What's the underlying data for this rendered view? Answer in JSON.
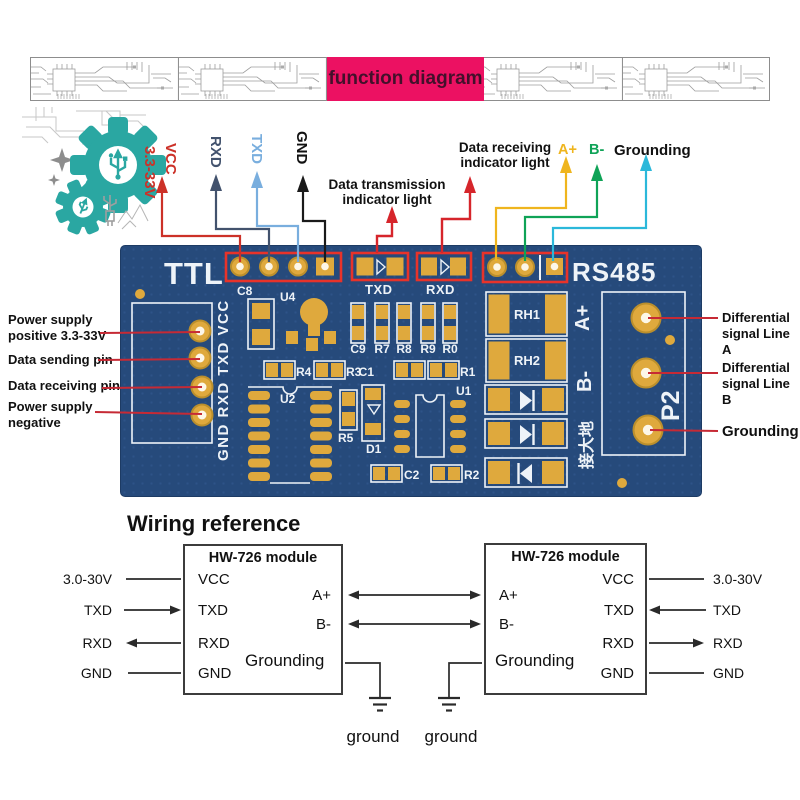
{
  "banner": {
    "title": "function diagram"
  },
  "colors": {
    "banner_pink": "#ec1162",
    "banner_text": "#43102b",
    "pcb_blue": "#264a7b",
    "pcb_dot": "#2e5388",
    "pad_gold": "#dfa93d",
    "pad_ring": "#bb8f2c",
    "hole": "#fdf7e8",
    "silk": "#eef3f8",
    "box_red": "#e8332a",
    "line_red": "#c62a35",
    "ann_red": "#d6252b",
    "vcc_red": "#cc3128",
    "rxd_navy": "#42526d",
    "txd_blue": "#79aede",
    "yellow": "#efb51e",
    "green": "#0fa357",
    "cyan": "#2bb8da",
    "teal": "#2aa7a2"
  },
  "top_labels": {
    "vcc": "VCC",
    "vcc_range": "3.3-33V",
    "rxd": "RXD",
    "txd": "TXD",
    "gnd": "GND",
    "tx_indicator": [
      "Data transmission",
      "indicator light"
    ],
    "rx_indicator": [
      "Data receiving",
      "indicator light"
    ],
    "a_plus": "A+",
    "b_minus": "B-",
    "grounding": "Grounding"
  },
  "pcb": {
    "ttl": "TTL",
    "rs485": "RS485",
    "txd_led": "TXD",
    "rxd_led": "RXD",
    "left_header_vertical": "GND RXD TXD VCC",
    "a_plus": "A+",
    "b_minus": "B-",
    "earth_cn": "接大地",
    "p2": "P2",
    "refs": {
      "c8": "C8",
      "u4": "U4",
      "c9": "C9",
      "r7": "R7",
      "r8": "R8",
      "r9": "R9",
      "r0": "R0",
      "r4": "R4",
      "r3": "R3",
      "c1": "C1",
      "r1": "R1",
      "u2": "U2",
      "r5": "R5",
      "d1": "D1",
      "u1": "U1",
      "c2": "C2",
      "r2": "R2",
      "rh1": "RH1",
      "rh2": "RH2"
    }
  },
  "left_annotations": [
    {
      "label": "Power supply positive 3.3-33V"
    },
    {
      "label": "Data sending pin"
    },
    {
      "label": "Data receiving pin"
    },
    {
      "label": "Power supply negative"
    }
  ],
  "right_annotations": [
    {
      "label": "Differential signal Line A"
    },
    {
      "label": "Differential signal Line B"
    },
    {
      "label": "Grounding"
    }
  ],
  "wiring": {
    "heading": "Wiring reference",
    "modules": [
      {
        "title": "HW-726 module",
        "pins_left": [
          "VCC",
          "TXD",
          "RXD",
          "GND"
        ],
        "pins_right": [
          "A+",
          "B-"
        ],
        "grounding": "Grounding"
      },
      {
        "title": "HW-726 module",
        "pins_left": [
          "A+",
          "B-"
        ],
        "pins_right": [
          "VCC",
          "TXD",
          "RXD",
          "GND"
        ],
        "grounding": "Grounding"
      }
    ],
    "external_left": [
      "3.0-30V",
      "TXD",
      "RXD",
      "GND"
    ],
    "external_right": [
      "3.0-30V",
      "TXD",
      "RXD",
      "GND"
    ],
    "ground_labels": [
      "ground",
      "ground"
    ]
  }
}
